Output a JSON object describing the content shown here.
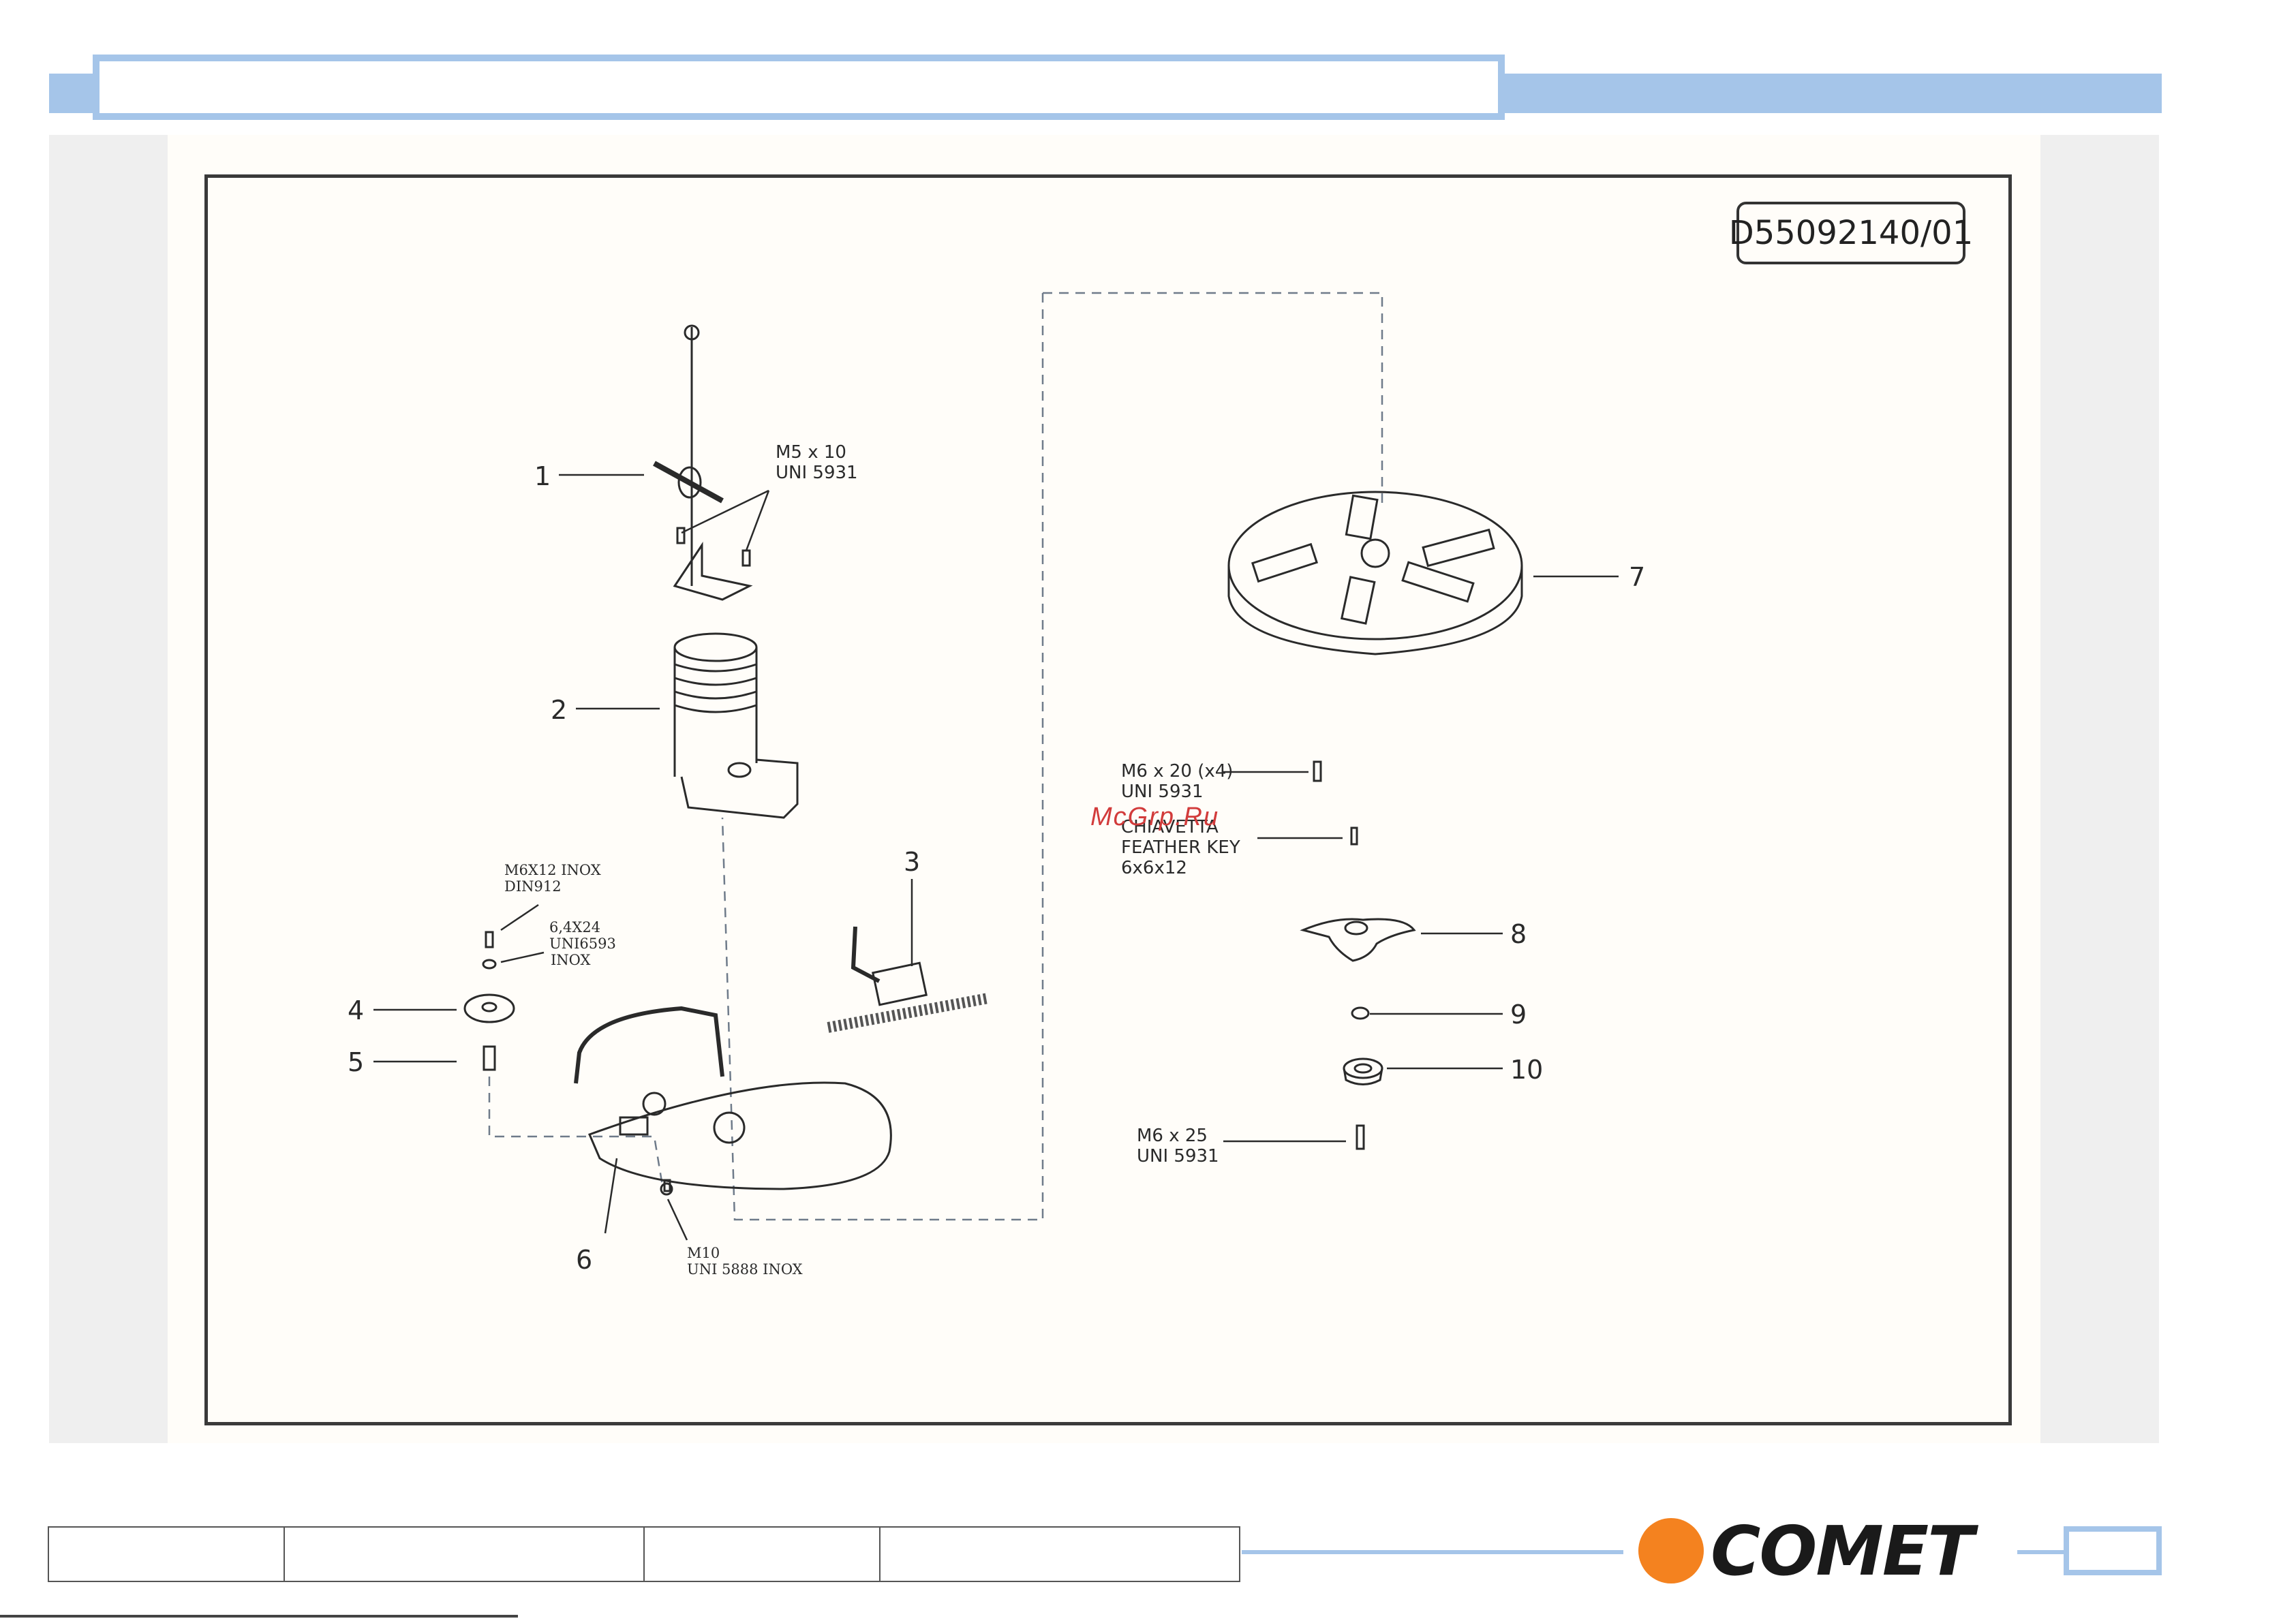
{
  "drawing": {
    "code": "D55092140/01",
    "watermark": "McGrp.Ru"
  },
  "callouts": {
    "n1": "1",
    "n2": "2",
    "n3": "3",
    "n4": "4",
    "n5": "5",
    "n6": "6",
    "n7": "7",
    "n8": "8",
    "n9": "9",
    "n10": "10"
  },
  "labels": {
    "screw_m5_line1": "M5 x 10",
    "screw_m5_line2": "UNI 5931",
    "screw_m6x12_line1": "M6X12 INOX",
    "screw_m6x12_line2": "DIN912",
    "washer_line1": "6,4X24",
    "washer_line2": "UNI6593",
    "washer_line3": "INOX",
    "nut_m10_line1": "M10",
    "nut_m10_line2": "UNI 5888 INOX",
    "screw_m6x20_line1": "M6 x 20 (x4)",
    "screw_m6x20_line2": "UNI 5931",
    "key_line1": "CHIAVETTA",
    "key_line2": "FEATHER KEY",
    "key_line3": "6x6x12",
    "screw_m6x25_line1": "M6 x 25",
    "screw_m6x25_line2": "UNI 5931"
  },
  "footer": {
    "brand": "COMET"
  },
  "colors": {
    "accent_blue": "#a5c5e9",
    "brand_orange": "#f4821f",
    "line": "#2a2a2a"
  }
}
